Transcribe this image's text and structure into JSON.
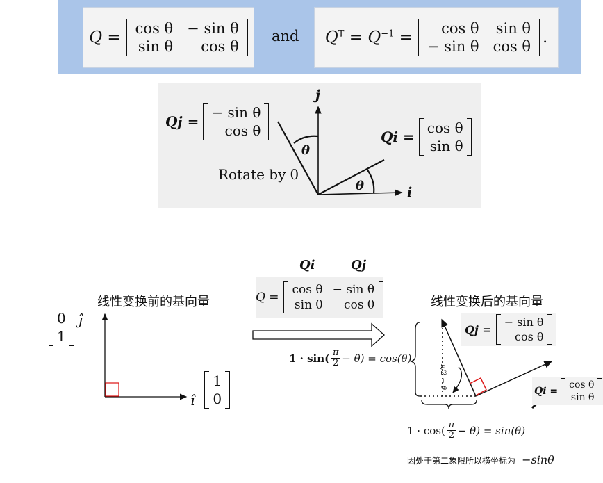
{
  "top": {
    "q_label": "Q =",
    "q_matrix": [
      [
        "cos θ",
        "− sin θ"
      ],
      [
        "sin θ",
        "cos θ"
      ]
    ],
    "and": "and",
    "qt_prefix": "Q",
    "qt_sup": "T",
    "qt_mid": " = Q",
    "qt_sup2": "−1",
    "qt_eq": " =",
    "qt_matrix": [
      [
        "cos θ",
        "sin θ"
      ],
      [
        "− sin θ",
        "cos θ"
      ]
    ],
    "qt_suffix": "."
  },
  "rotation_figure": {
    "axis_j": "j",
    "axis_i": "i",
    "qj_label": "Qj =",
    "qj_vector": [
      "− sin θ",
      "cos θ"
    ],
    "qi_label": "Qi =",
    "qi_vector": [
      "cos θ",
      "sin θ"
    ],
    "theta_top": "θ",
    "theta_bottom": "θ",
    "rotate_caption": "Rotate by θ"
  },
  "before": {
    "title": "线性变换前的基向量",
    "j_vector": [
      "0",
      "1"
    ],
    "j_label": "ĵ",
    "i_vector": [
      "1",
      "0"
    ],
    "i_label": "î"
  },
  "transform": {
    "col_qi": "Qi",
    "col_qj": "Qj",
    "q_label": "Q =",
    "q_matrix": [
      [
        "cos θ",
        "− sin θ"
      ],
      [
        "sin θ",
        "cos θ"
      ]
    ]
  },
  "after": {
    "title": "线性变换后的基向量",
    "qj_label": "Qj =",
    "qj_vector": [
      "− sin θ",
      "cos θ"
    ],
    "qi_label": "Qi =",
    "qi_vector": [
      "cos θ",
      "sin θ"
    ],
    "angle_label": "π/2 − θ",
    "left_formula_prefix": "1 · sin(",
    "left_formula_suffix": "− θ) = cos(θ)",
    "bottom_formula_prefix": "1 · cos(",
    "bottom_formula_suffix": "− θ) = sin(θ)",
    "frac_num": "π",
    "frac_den": "2",
    "note": "因处于第二象限所以横坐标为",
    "note_math": "−sinθ"
  }
}
